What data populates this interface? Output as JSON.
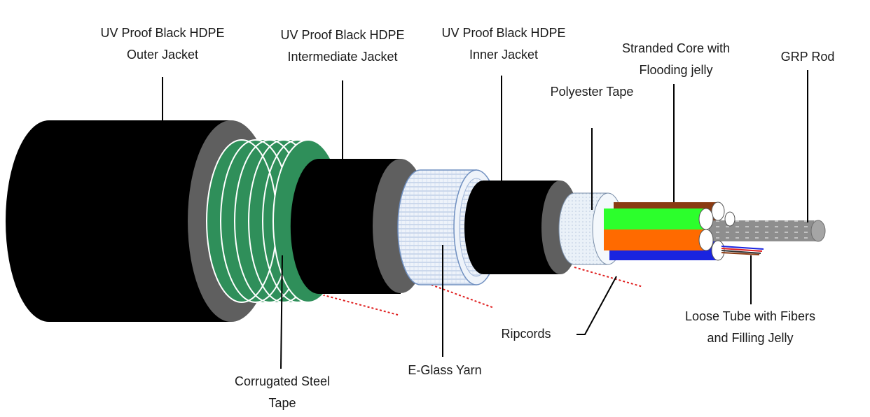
{
  "labels": {
    "outer_jacket": [
      "UV Proof  Black HDPE",
      "Outer Jacket"
    ],
    "intermediate_jacket": [
      "UV Proof  Black HDPE",
      "Intermediate Jacket"
    ],
    "inner_jacket": [
      "UV Proof  Black HDPE",
      "Inner Jacket"
    ],
    "stranded_core": [
      "Stranded Core with",
      "Flooding jelly"
    ],
    "grp_rod": [
      "GRP Rod"
    ],
    "polyester_tape": [
      "Polyester Tape"
    ],
    "corrugated_steel": [
      "Corrugated Steel",
      "Tape"
    ],
    "eglass_yarn": [
      "E-Glass Yarn"
    ],
    "ripcords": [
      "Ripcords"
    ],
    "loose_tube": [
      "Loose Tube with Fibers",
      "and Filling Jelly"
    ]
  },
  "colors": {
    "jacket_black": "#000000",
    "jacket_edge": "#5f5f5f",
    "armor_green": "#2f8f5a",
    "yarn_blue": "#dbe6f4",
    "tape_white": "#e6eef6",
    "tube_brown": "#8a3b12",
    "tube_green": "#2cff2c",
    "tube_orange": "#ff6a00",
    "tube_blue": "#1a24e0",
    "rod_gray": "#8e8e8e",
    "ripcord_red": "#e02020"
  }
}
